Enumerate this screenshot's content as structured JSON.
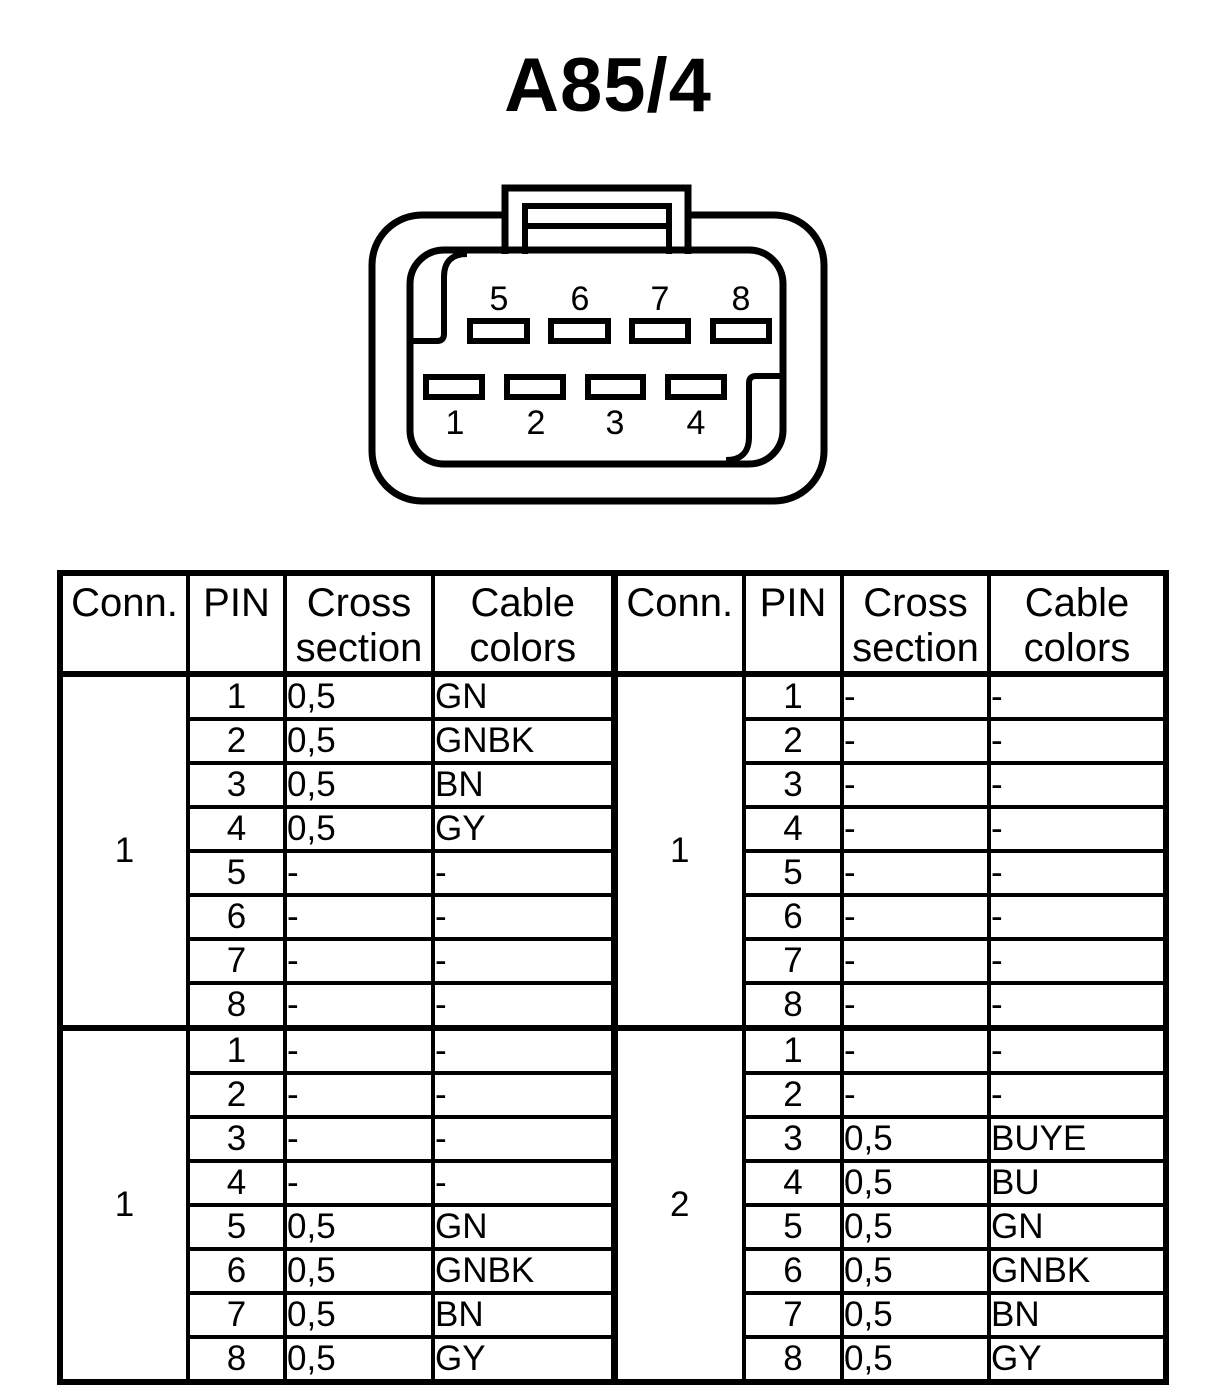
{
  "title": "A85/4",
  "colors": {
    "ink": "#000000",
    "paper": "#ffffff"
  },
  "connector": {
    "pin_labels_top": [
      "5",
      "6",
      "7",
      "8"
    ],
    "pin_labels_bottom": [
      "1",
      "2",
      "3",
      "4"
    ]
  },
  "table": {
    "col_headers": [
      "Conn.",
      "PIN",
      "Cross section",
      "Cable colors"
    ],
    "left_blocks": [
      {
        "conn": "1",
        "rows": [
          [
            "1",
            "0,5",
            "GN"
          ],
          [
            "2",
            "0,5",
            "GNBK"
          ],
          [
            "3",
            "0,5",
            "BN"
          ],
          [
            "4",
            "0,5",
            "GY"
          ],
          [
            "5",
            "-",
            "-"
          ],
          [
            "6",
            "-",
            "-"
          ],
          [
            "7",
            "-",
            "-"
          ],
          [
            "8",
            "-",
            "-"
          ]
        ]
      },
      {
        "conn": "1",
        "rows": [
          [
            "1",
            "-",
            "-"
          ],
          [
            "2",
            "-",
            "-"
          ],
          [
            "3",
            "-",
            "-"
          ],
          [
            "4",
            "-",
            "-"
          ],
          [
            "5",
            "0,5",
            "GN"
          ],
          [
            "6",
            "0,5",
            "GNBK"
          ],
          [
            "7",
            "0,5",
            "BN"
          ],
          [
            "8",
            "0,5",
            "GY"
          ]
        ]
      }
    ],
    "right_blocks": [
      {
        "conn": "1",
        "rows": [
          [
            "1",
            "-",
            "-"
          ],
          [
            "2",
            "-",
            "-"
          ],
          [
            "3",
            "-",
            "-"
          ],
          [
            "4",
            "-",
            "-"
          ],
          [
            "5",
            "-",
            "-"
          ],
          [
            "6",
            "-",
            "-"
          ],
          [
            "7",
            "-",
            "-"
          ],
          [
            "8",
            "-",
            "-"
          ]
        ]
      },
      {
        "conn": "2",
        "rows": [
          [
            "1",
            "-",
            "-"
          ],
          [
            "2",
            "-",
            "-"
          ],
          [
            "3",
            "0,5",
            "BUYE"
          ],
          [
            "4",
            "0,5",
            "BU"
          ],
          [
            "5",
            "0,5",
            "GN"
          ],
          [
            "6",
            "0,5",
            "GNBK"
          ],
          [
            "7",
            "0,5",
            "BN"
          ],
          [
            "8",
            "0,5",
            "GY"
          ]
        ]
      }
    ]
  }
}
